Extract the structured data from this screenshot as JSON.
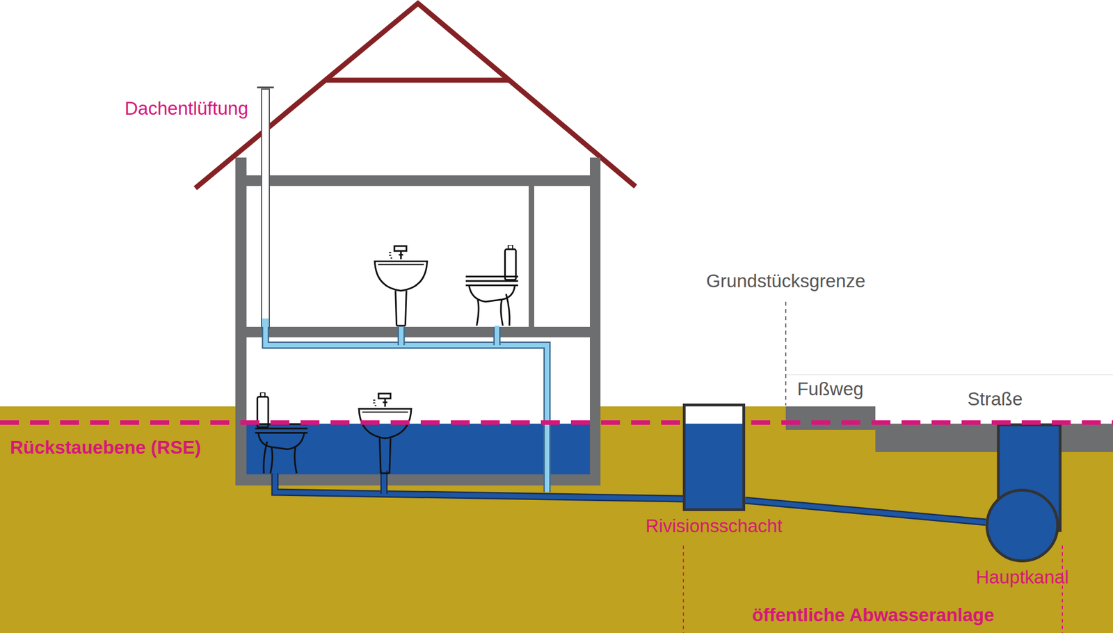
{
  "diagram": {
    "nodes": [
      {
        "text": [
          "Rivisionsschacht"
        ]
      },
      {
        "text": [
          "Hauptkanal"
        ]
      }
    ],
    "edges": [
      {
        "from": 0,
        "to": 1,
        "arrow": "none"
      }
    ],
    "labels": [
      "Dachentlüftung",
      "Grundstücksgrenze",
      "Fußweg",
      "Straße",
      "Rückstauebene (RSE)",
      "öffentliche Abwasseranlage"
    ]
  }
}
